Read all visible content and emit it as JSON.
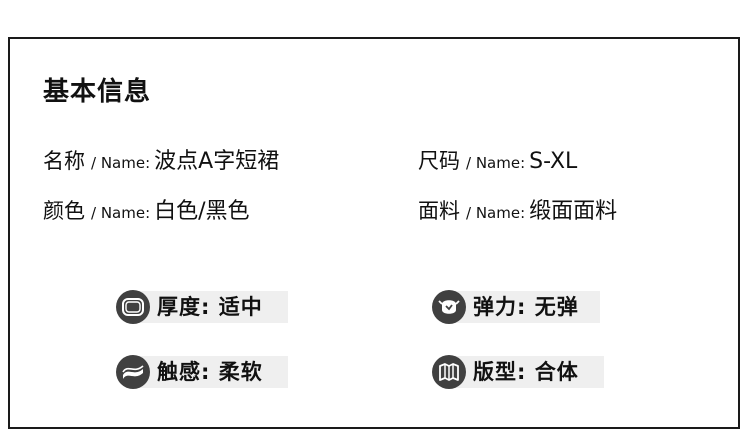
{
  "section": {
    "title": "基本信息"
  },
  "specs": [
    {
      "label": "名称",
      "sub": "/ Name:",
      "value": "波点A字短裙"
    },
    {
      "label": "尺码",
      "sub": "/ Name:",
      "value": "S-XL"
    },
    {
      "label": "颜色",
      "sub": "/ Name:",
      "value": "白色/黑色"
    },
    {
      "label": "面料",
      "sub": "/ Name:",
      "value": "缎面面料"
    }
  ],
  "attributes": [
    {
      "text": "厚度: 适中",
      "icon": "thickness-icon"
    },
    {
      "text": "弹力: 无弹",
      "icon": "elasticity-icon"
    },
    {
      "text": "触感: 柔软",
      "icon": "texture-icon"
    },
    {
      "text": "版型: 合体",
      "icon": "fit-icon"
    }
  ],
  "colors": {
    "border": "#1a1a1a",
    "icon_bg": "#404040",
    "pill_bg": "#efefef"
  }
}
